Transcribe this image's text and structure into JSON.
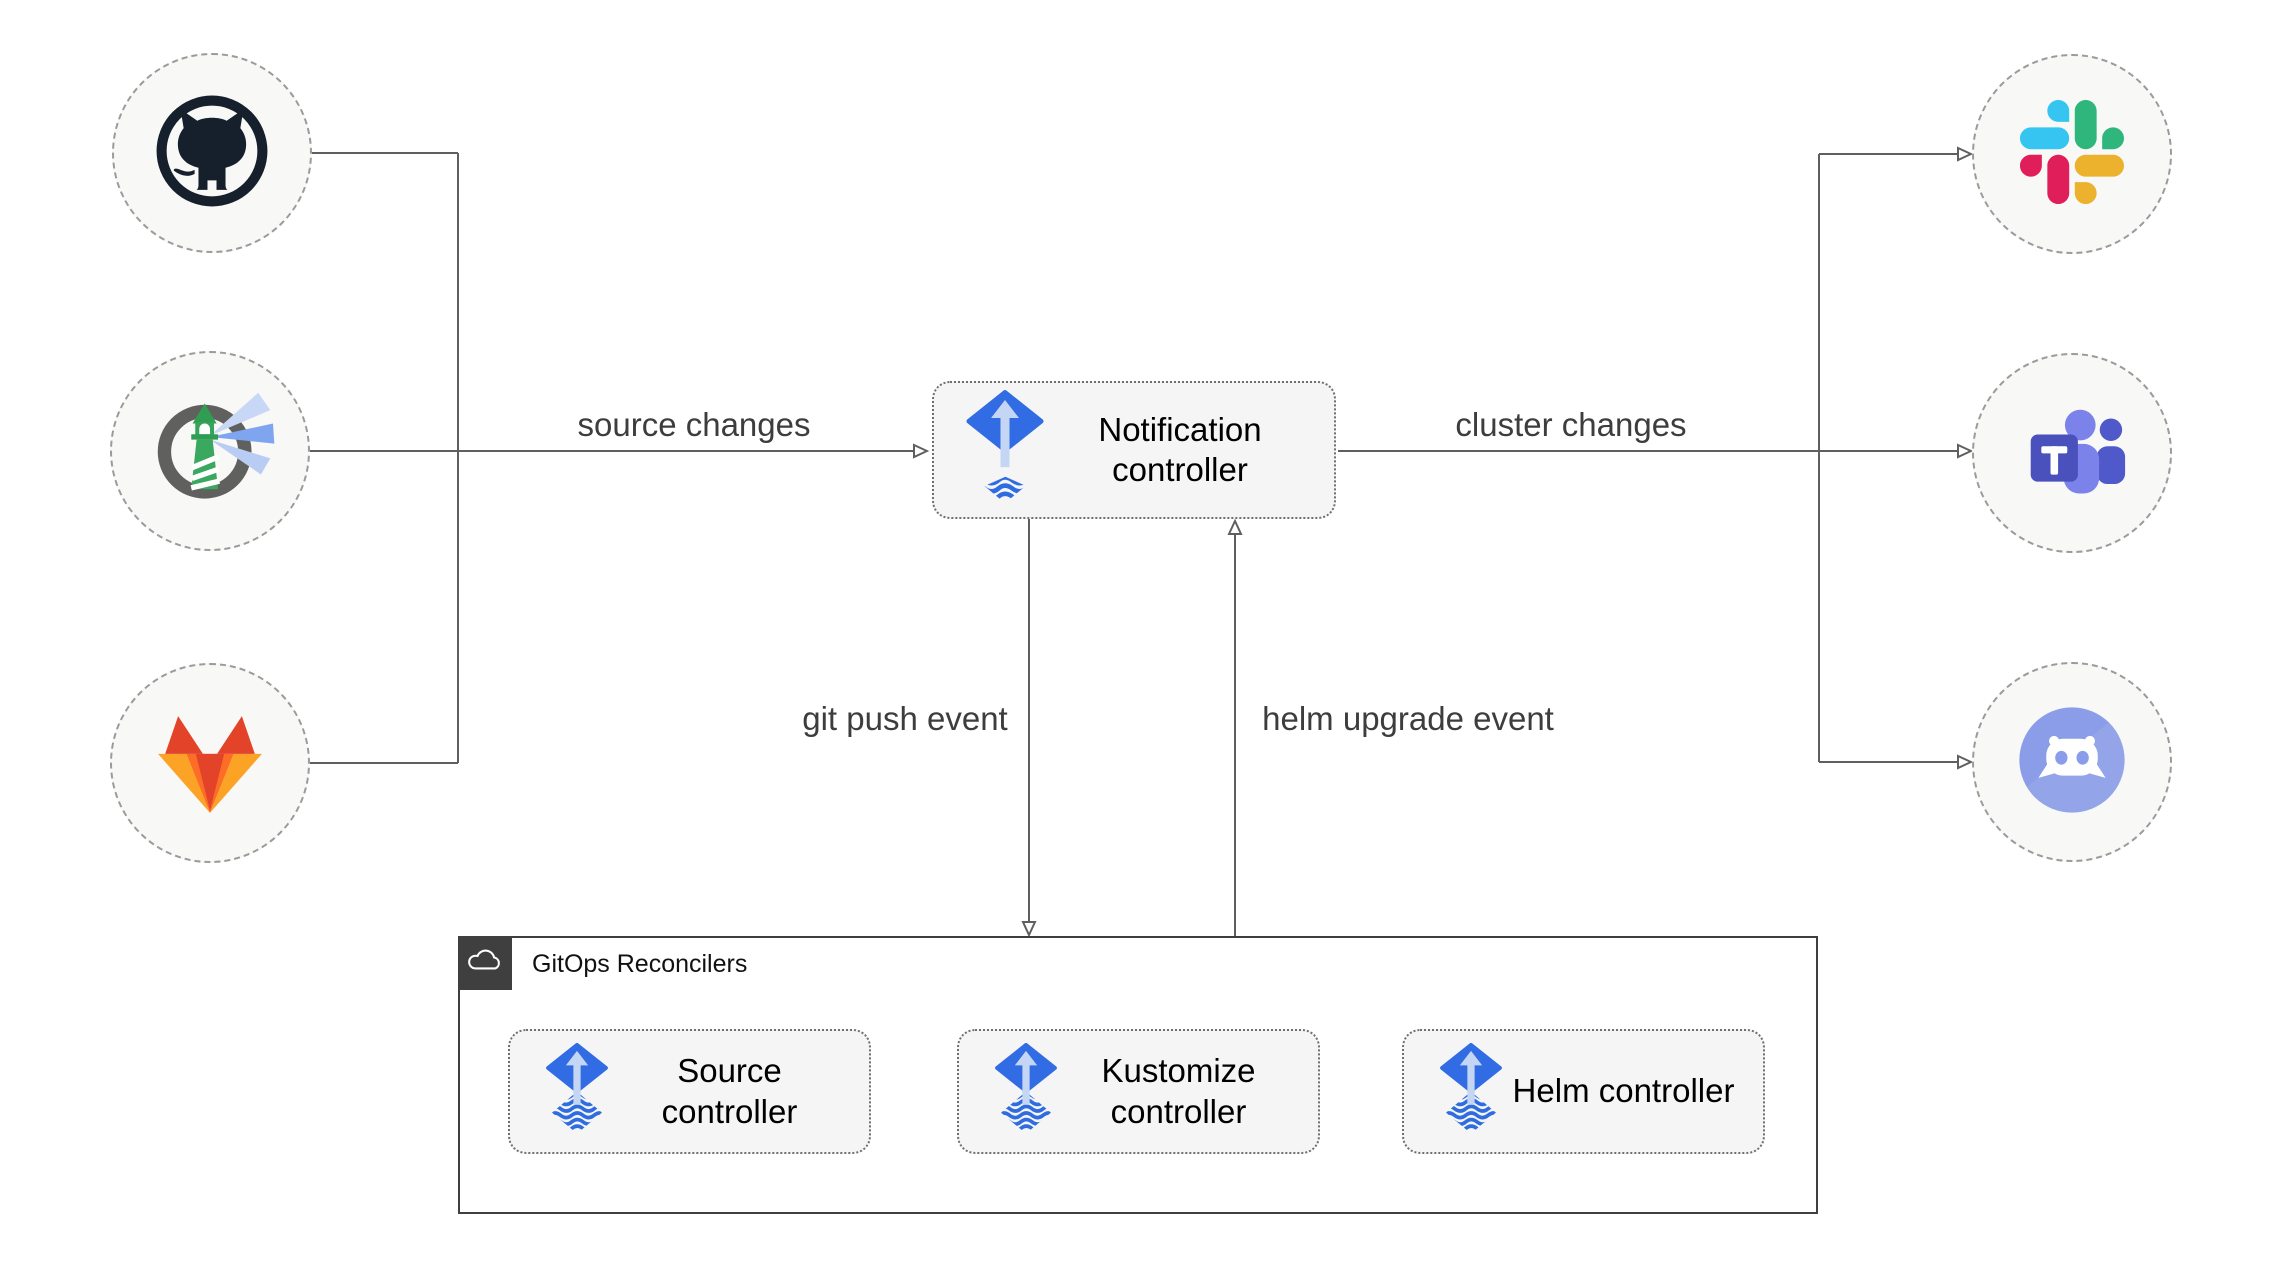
{
  "nodes": {
    "notification": {
      "label": "Notification controller"
    },
    "source": {
      "label": "Source controller"
    },
    "kustomize": {
      "label": "Kustomize controller"
    },
    "helm": {
      "label": "Helm controller"
    }
  },
  "edge_labels": {
    "source_changes": "source changes",
    "cluster_changes": "cluster changes",
    "git_push_event": "git push event",
    "helm_upgrade_event": "helm upgrade event"
  },
  "group": {
    "title": "GitOps Reconcilers",
    "badge_icon": "cloud-icon"
  },
  "source_icons": [
    {
      "icon": "github-icon"
    },
    {
      "icon": "harbor-icon"
    },
    {
      "icon": "gitlab-icon"
    }
  ],
  "target_icons": [
    {
      "icon": "slack-icon"
    },
    {
      "icon": "microsoft-teams-icon"
    },
    {
      "icon": "discord-icon"
    }
  ],
  "flux_logo_icon": "flux-icon",
  "colors": {
    "edge_gray": "#5f5f5f",
    "edge_label_gray": "#3d3d3d",
    "node_fill": "#f5f5f5",
    "circle_fill": "#f8f8f6",
    "dashed_border": "#9b9b9b",
    "group_border": "#3f3f3f",
    "flux_blue": "#316ce4",
    "flux_light_arrow": "#c5d6f4",
    "github_dark": "#16202c",
    "harbor_ring": "#60605e",
    "harbor_green": "#3aa85e",
    "gitlab_red": "#e24329",
    "gitlab_orange": "#fc6d26",
    "gitlab_yellow": "#fca326",
    "slack_blue": "#36C5F0",
    "slack_green": "#2EB67D",
    "slack_yellow": "#ECB22E",
    "slack_pink": "#E01E5A",
    "teams_purple": "#4a50bc",
    "teams_light_purple": "#7b83eb",
    "discord_blurple": "#8b9de8"
  }
}
